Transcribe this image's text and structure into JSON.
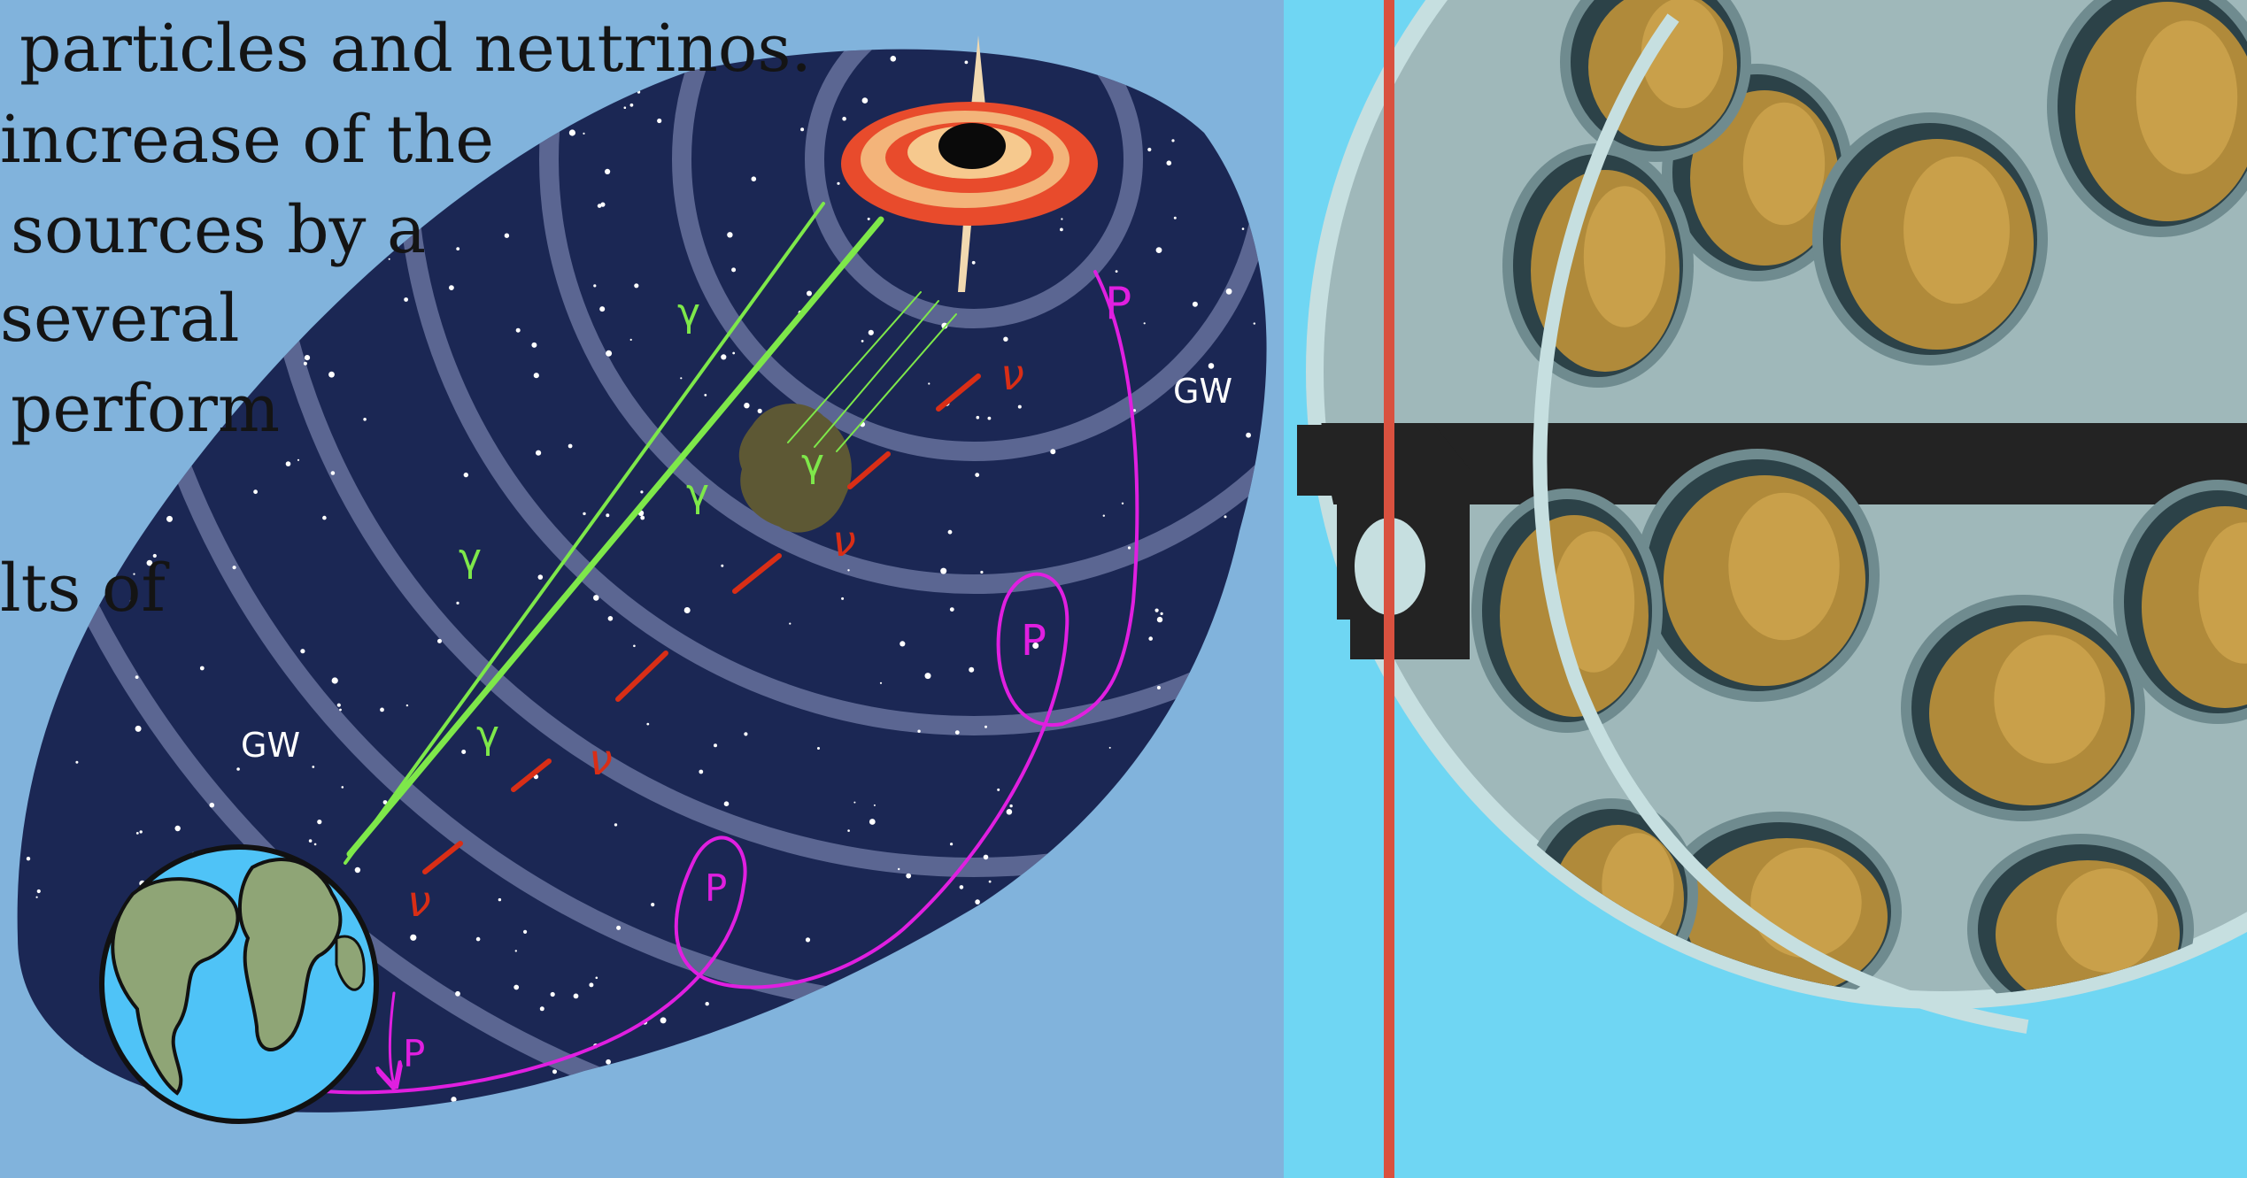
{
  "text_lines": [
    "particles and neutrinos.",
    "increase of the",
    "sources by a",
    "several",
    "perform",
    "lts of"
  ],
  "labels": {
    "gamma": "γ",
    "neutrino": "ν",
    "proton": "P",
    "gravitational_wave": "GW"
  },
  "colors": {
    "page_background": "#81b3dc",
    "space": "#1b2754",
    "gamma_ray": "#7ee84a",
    "neutrino": "#d92e16",
    "proton_path": "#e01fe0",
    "detector_water": "#6fd6f3",
    "detector_sphere": "#9fb8ba",
    "pmt": "#b08a3a",
    "cable": "#d9513f"
  }
}
